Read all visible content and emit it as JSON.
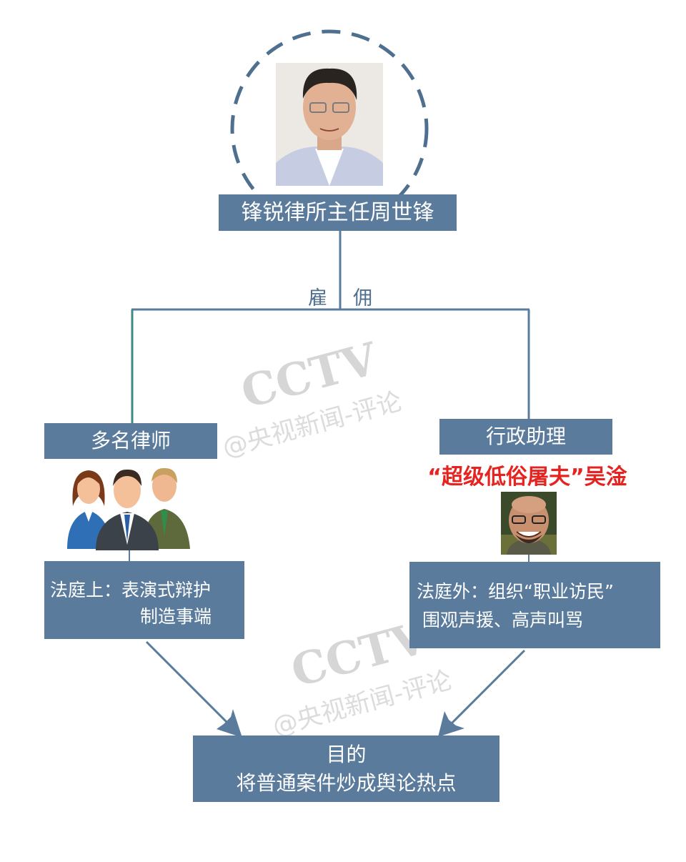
{
  "top_person": {
    "label": "锋锐律所主任周世锋"
  },
  "relation": {
    "char1": "雇",
    "char2": "佣"
  },
  "left": {
    "label": "多名律师",
    "action_line1": "法庭上：表演式辩护",
    "action_line2": "制造事端"
  },
  "right": {
    "label": "行政助理",
    "highlight": "“超级低俗屠夫”吴淦",
    "action_line1": "法庭外：组织“职业访民”",
    "action_line2": "围观声援、高声叫骂"
  },
  "goal": {
    "line1": "目的",
    "line2": "将普通案件炒成舆论热点"
  },
  "watermarks": [
    {
      "brand": "CCTV",
      "sub": "@央视新闻-评论"
    },
    {
      "brand": "CCTV",
      "sub": "@央视新闻-评论"
    }
  ],
  "colors": {
    "box": "#5a7b9b",
    "line": "#5a7b9b",
    "highlight": "#e52421",
    "dashed_circle": "#4f6f8f"
  },
  "icons": [
    "person-photo",
    "lawyers-group-icon",
    "person-photo"
  ]
}
